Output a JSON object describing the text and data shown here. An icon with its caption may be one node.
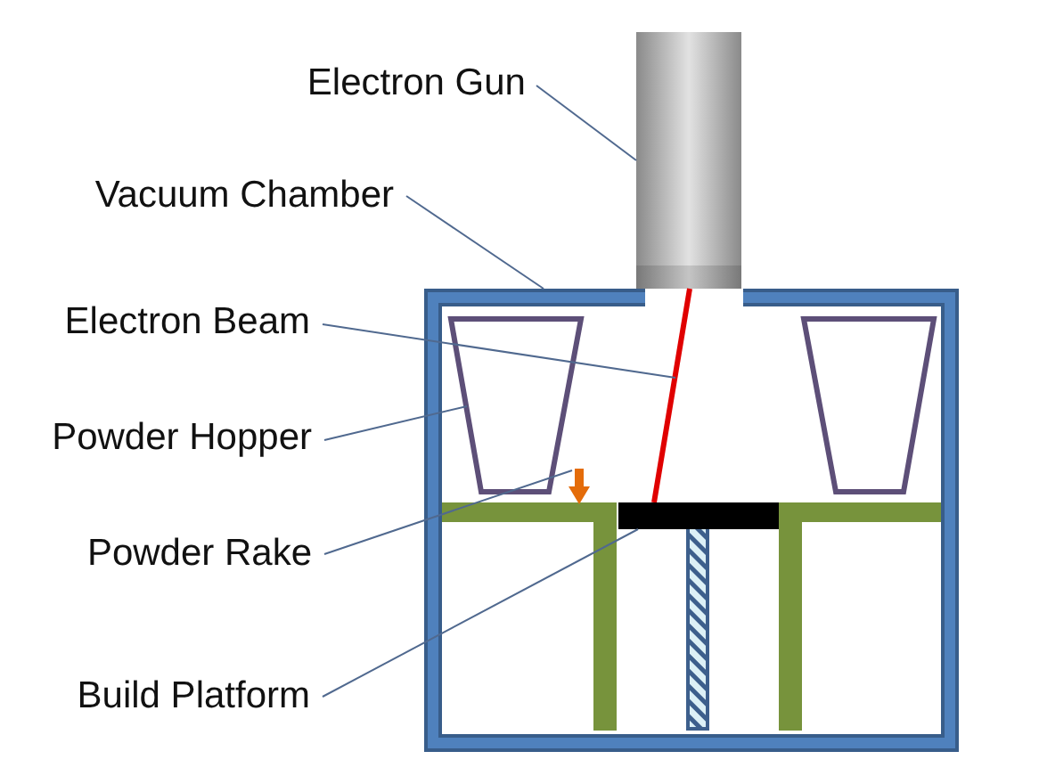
{
  "diagram": {
    "nodes": [
      {
        "text": [
          "Electron Gun"
        ]
      },
      {
        "text": [
          "Vacuum Chamber"
        ]
      },
      {
        "text": [
          "Electron Beam"
        ]
      },
      {
        "text": [
          "Powder Hopper"
        ]
      },
      {
        "text": [
          "Powder Rake"
        ]
      },
      {
        "text": [
          "Build Platform"
        ]
      },
      {
        "text": [],
        "shape": "cylinder"
      },
      {
        "text": [],
        "shape": "box"
      },
      {
        "text": [],
        "shape": "line",
        "in": 7
      },
      {
        "text": [],
        "shape": "trapezoid",
        "in": 7
      },
      {
        "text": [],
        "shape": "trapezoid",
        "in": 7
      },
      {
        "text": [],
        "shape": "arrow",
        "in": 7
      },
      {
        "text": [],
        "shape": "bar",
        "in": 7
      }
    ],
    "edges": [
      {
        "from": 0,
        "to": 6,
        "arrow": "none"
      },
      {
        "from": 1,
        "to": 7,
        "arrow": "none"
      },
      {
        "from": 2,
        "to": 8,
        "arrow": "none"
      },
      {
        "from": 3,
        "to": 9,
        "arrow": "none"
      },
      {
        "from": 4,
        "to": 11,
        "arrow": "none"
      },
      {
        "from": 5,
        "to": 12,
        "arrow": "none"
      }
    ]
  }
}
